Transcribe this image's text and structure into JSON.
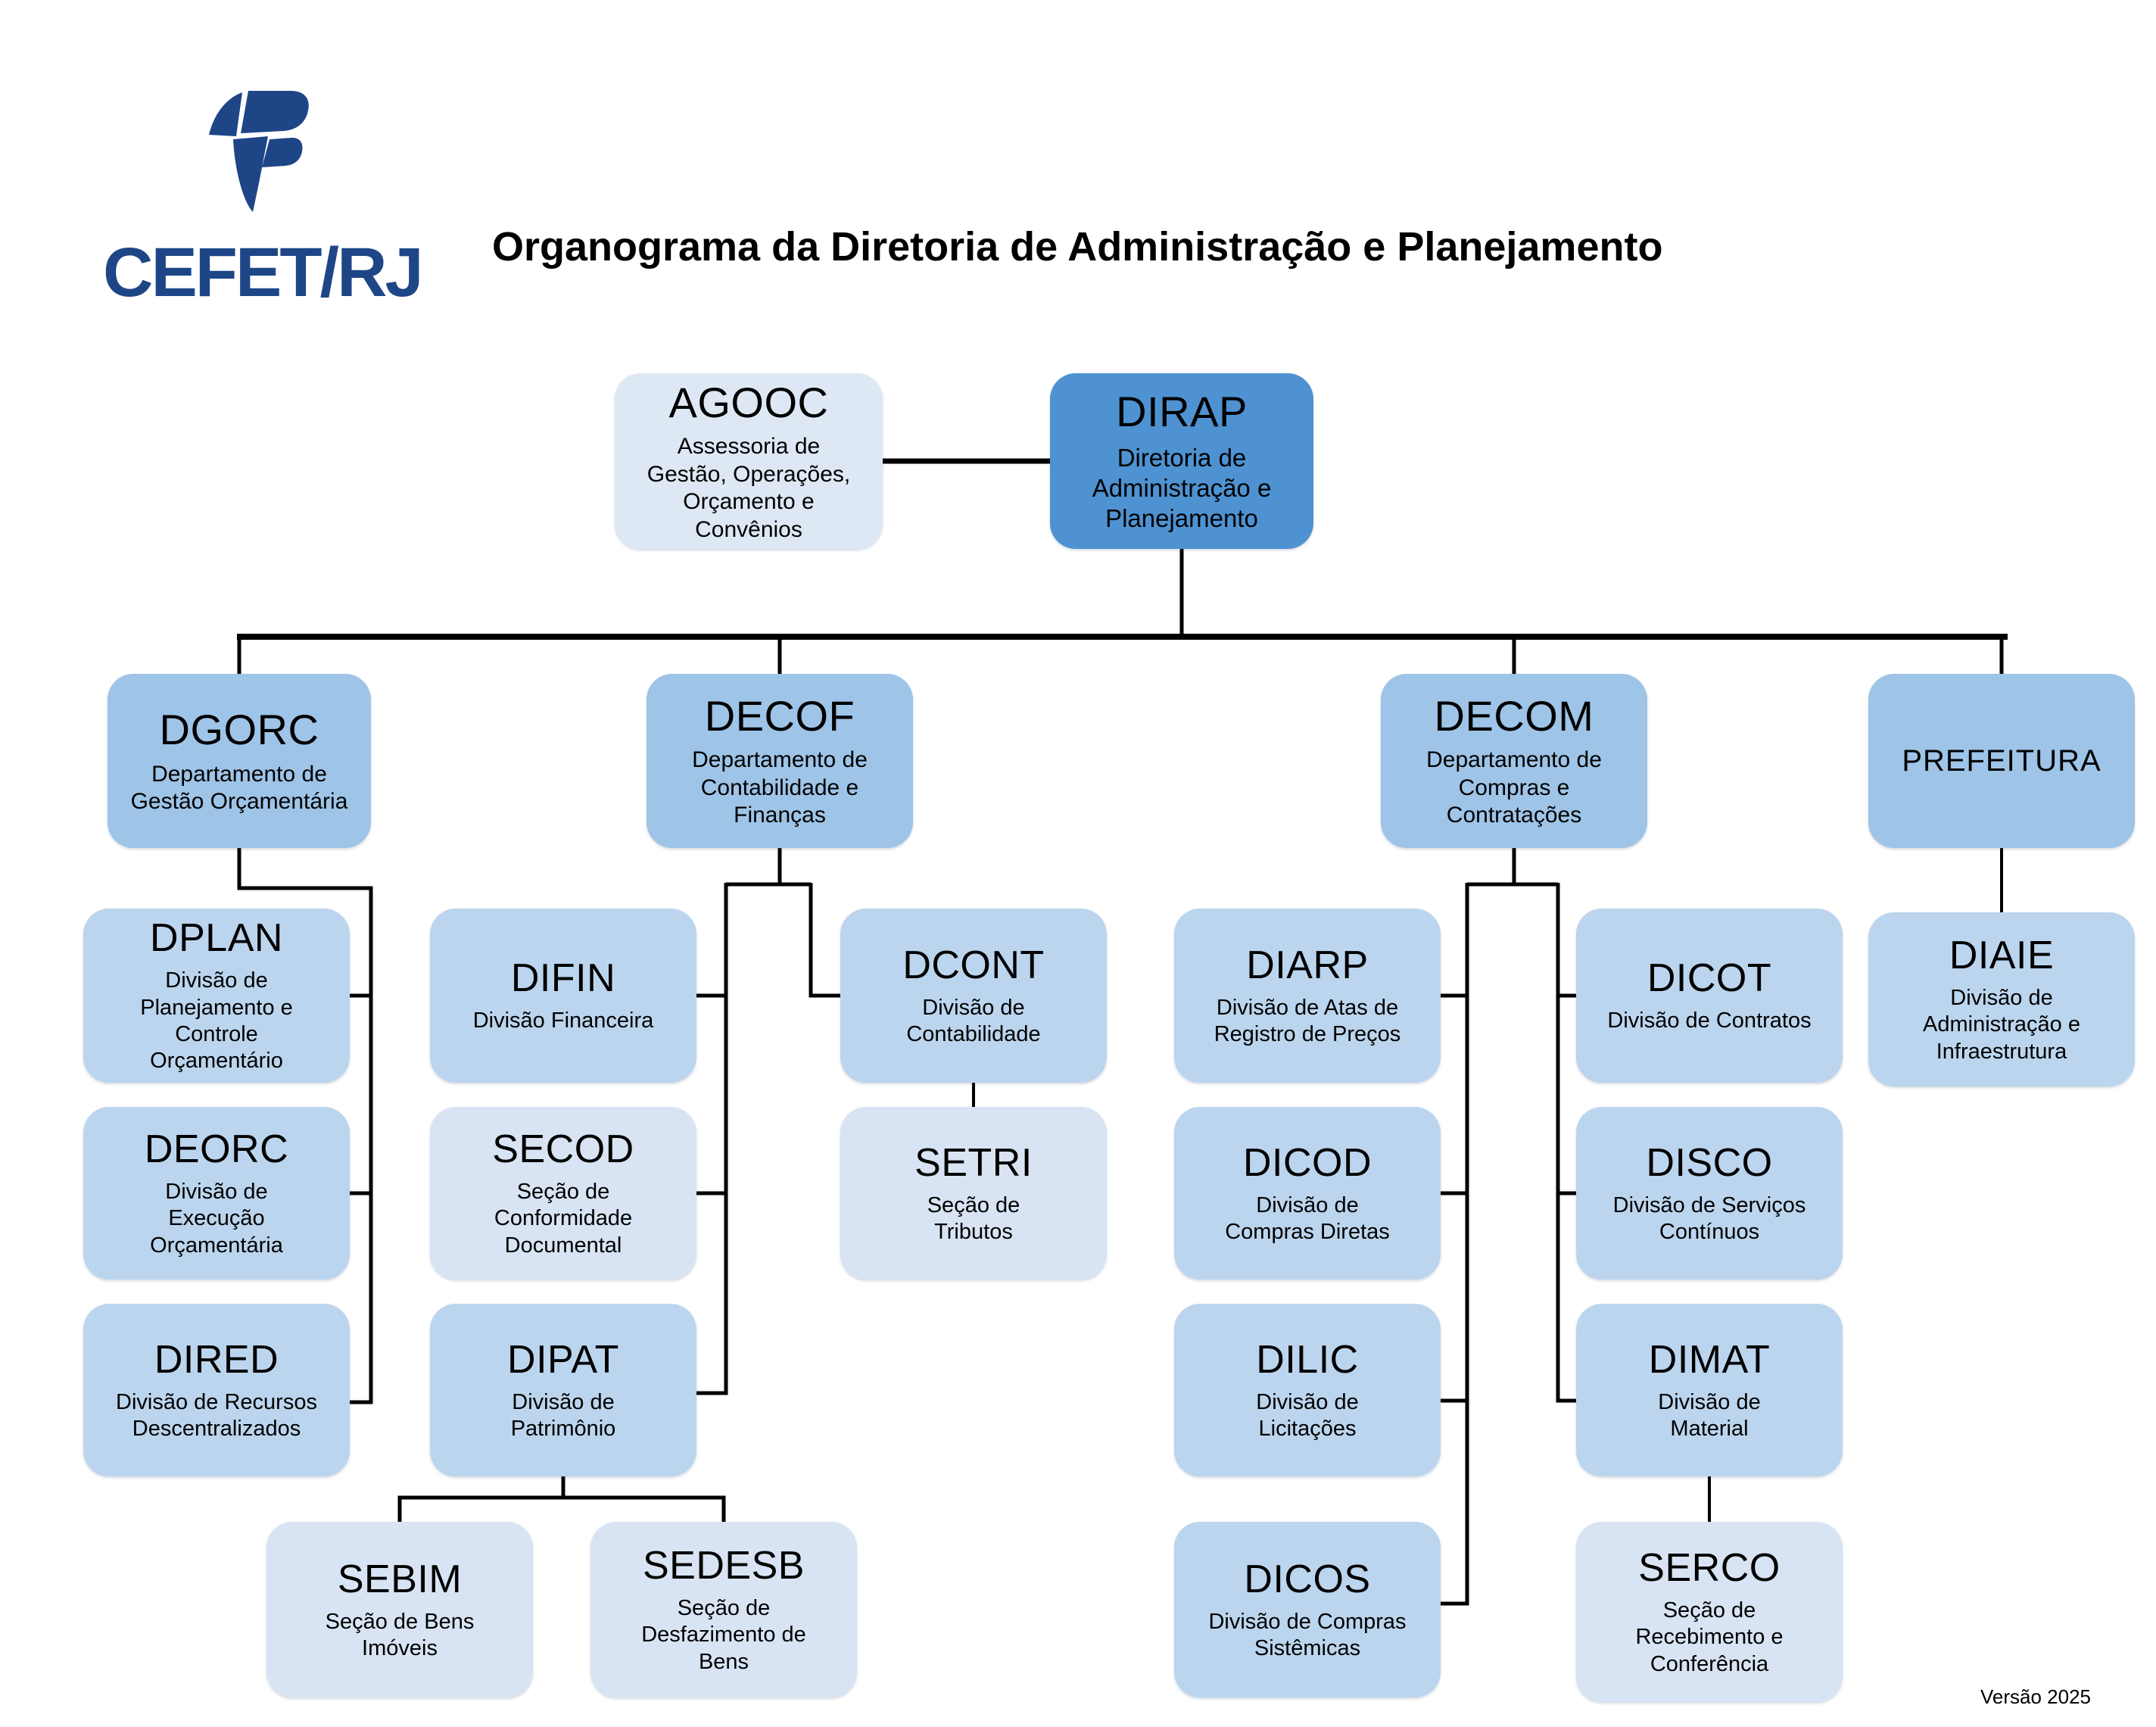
{
  "header": {
    "logo_text": "CEFET/RJ",
    "title": "Organograma da Diretoria de Administração e Planejamento",
    "version": "Versão 2025"
  },
  "colors": {
    "brand": "#1E4687",
    "root": "#4E92D1",
    "department": "#9EC4E7",
    "division": "#BCD5EE",
    "section": "#D8E4F3",
    "assessoria": "#DEE8F4",
    "connector": "#000000"
  },
  "nodes": {
    "agooc": {
      "acronym": "AGOOC",
      "description": "Assessoria de\nGestão, Operações,\nOrçamento e\nConvênios"
    },
    "dirap": {
      "acronym": "DIRAP",
      "description": "Diretoria de\nAdministração e\nPlanejamento"
    },
    "dgorc": {
      "acronym": "DGORC",
      "description": "Departamento de\nGestão Orçamentária"
    },
    "decof": {
      "acronym": "DECOF",
      "description": "Departamento de\nContabilidade e\nFinanças"
    },
    "decom": {
      "acronym": "DECOM",
      "description": "Departamento de\nCompras e\nContratações"
    },
    "prefeitura": {
      "acronym": "PREFEITURA",
      "description": ""
    },
    "dplan": {
      "acronym": "DPLAN",
      "description": "Divisão de\nPlanejamento e\nControle\nOrçamentário"
    },
    "deorc": {
      "acronym": "DEORC",
      "description": "Divisão de\nExecução\nOrçamentária"
    },
    "dired": {
      "acronym": "DIRED",
      "description": "Divisão de Recursos\nDescentralizados"
    },
    "difin": {
      "acronym": "DIFIN",
      "description": "Divisão Financeira"
    },
    "secod": {
      "acronym": "SECOD",
      "description": "Seção de\nConformidade\nDocumental"
    },
    "dipat": {
      "acronym": "DIPAT",
      "description": "Divisão de\nPatrimônio"
    },
    "sebim": {
      "acronym": "SEBIM",
      "description": "Seção de Bens\nImóveis"
    },
    "sedesb": {
      "acronym": "SEDESB",
      "description": "Seção de\nDesfazimento de\nBens"
    },
    "dcont": {
      "acronym": "DCONT",
      "description": "Divisão de\nContabilidade"
    },
    "setri": {
      "acronym": "SETRI",
      "description": "Seção de\nTributos"
    },
    "diarp": {
      "acronym": "DIARP",
      "description": "Divisão de Atas de\nRegistro de Preços"
    },
    "dicod": {
      "acronym": "DICOD",
      "description": "Divisão de\nCompras Diretas"
    },
    "dilic": {
      "acronym": "DILIC",
      "description": "Divisão de\nLicitações"
    },
    "dicos": {
      "acronym": "DICOS",
      "description": "Divisão de Compras\nSistêmicas"
    },
    "dicot": {
      "acronym": "DICOT",
      "description": "Divisão de Contratos"
    },
    "disco": {
      "acronym": "DISCO",
      "description": "Divisão de Serviços\nContínuos"
    },
    "dimat": {
      "acronym": "DIMAT",
      "description": "Divisão de\nMaterial"
    },
    "serco": {
      "acronym": "SERCO",
      "description": "Seção de\nRecebimento e\nConferência"
    },
    "diaie": {
      "acronym": "DIAIE",
      "description": "Divisão de\nAdministração e\nInfraestrutura"
    }
  }
}
